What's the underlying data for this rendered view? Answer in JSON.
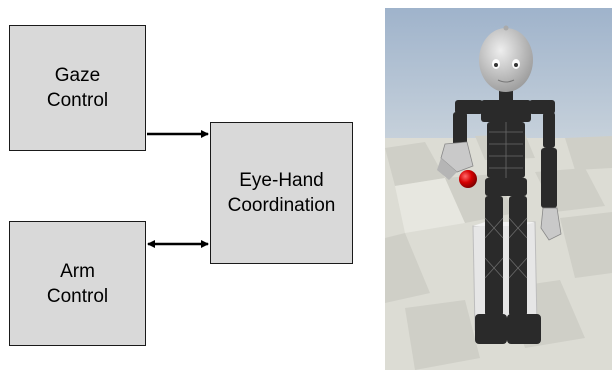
{
  "diagram": {
    "gaze_box": {
      "line1": "Gaze",
      "line2": "Control"
    },
    "arm_box": {
      "line1": "Arm",
      "line2": "Control"
    },
    "eye_hand_box": {
      "line1": "Eye-Hand",
      "line2": "Coordination"
    },
    "edges": [
      {
        "from": "gaze_box",
        "to": "eye_hand_box",
        "direction": "one-way"
      },
      {
        "from": "arm_box",
        "to": "eye_hand_box",
        "direction": "two-way"
      }
    ]
  },
  "scene": {
    "ball_color": "#d60000",
    "robot_color": "#2a2a2a",
    "head_color": "#c8c8c8",
    "sky_color": "#b7c7d9"
  }
}
